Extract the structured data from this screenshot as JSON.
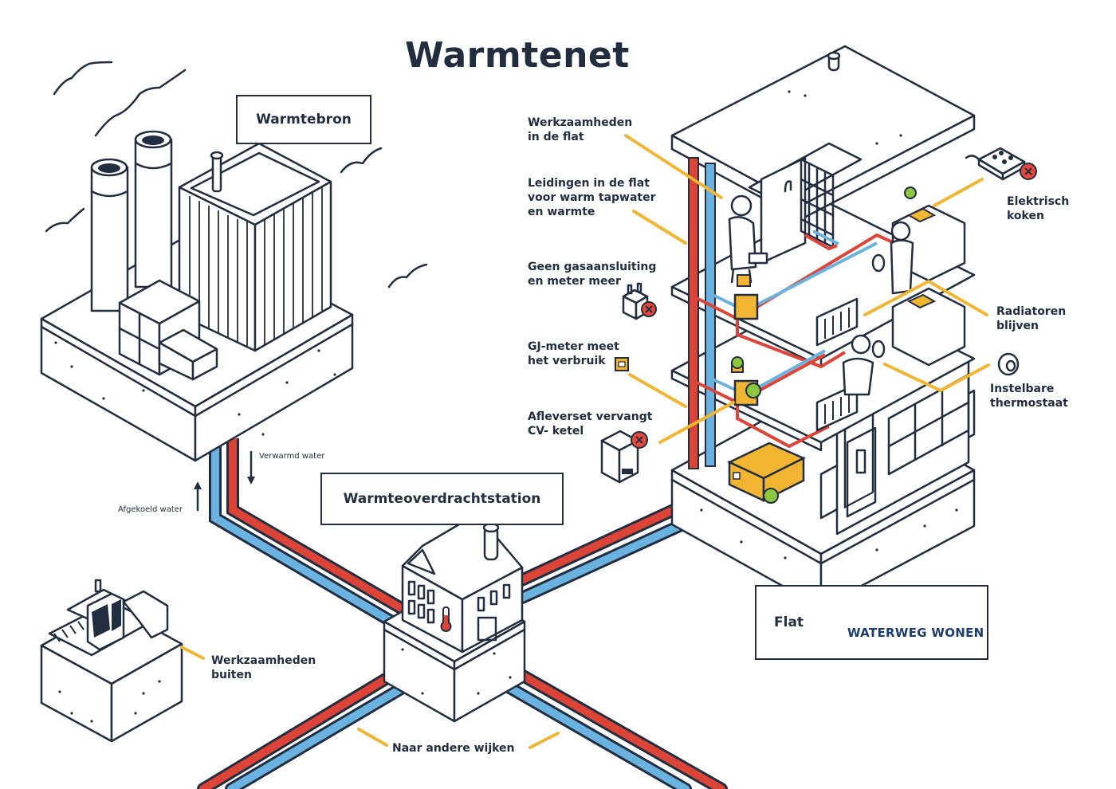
{
  "title": "Warmtenet",
  "colors": {
    "ink": "#222d40",
    "hot_pipe": "#db4437",
    "cold_pipe": "#6ab3e0",
    "callout_line": "#f2b532",
    "device_fill": "#f2b532",
    "check_badge": "#8dc63f",
    "cross_badge": "#e8473b",
    "brand_blue": "#1d3c6e",
    "brand_orange": "#ee6a24"
  },
  "boxes": {
    "source": "Warmtebron",
    "station": "Warmteoverdrachtstation",
    "flat": "Flat"
  },
  "flow_labels": {
    "heated": "Verwarmd water",
    "cooled": "Afgekoeld water"
  },
  "callouts": {
    "works_flat": [
      "Werkzaamheden",
      "in de flat"
    ],
    "pipes_flat": [
      "Leidingen in de flat",
      "voor warm tapwater",
      "en warmte"
    ],
    "no_gas": [
      "Geen gasaansluiting",
      "en meter meer"
    ],
    "gj_meter": [
      "GJ-meter meet",
      "het verbruik"
    ],
    "delivery_set": [
      "Afleverset vervangt",
      "CV- ketel"
    ],
    "electric_cooking": [
      "Elektrisch",
      "koken"
    ],
    "radiators": [
      "Radiatoren",
      "blijven"
    ],
    "thermostat": [
      "Instelbare",
      "thermostaat"
    ],
    "works_outside": [
      "Werkzaamheden",
      "buiten"
    ],
    "other_districts": "Naar andere wijken"
  },
  "brand": {
    "name": "WATERWEG WONEN",
    "logo_icon": "crown-wave-logo"
  },
  "icons": {
    "gas_meter": "gas-meter-icon",
    "cv_boiler": "cv-boiler-icon",
    "stove": "electric-stove-icon",
    "thermostat": "thermostat-icon",
    "gj_meter": "gj-meter-icon",
    "cross": "cross-badge-icon",
    "check": "check-badge-icon"
  }
}
